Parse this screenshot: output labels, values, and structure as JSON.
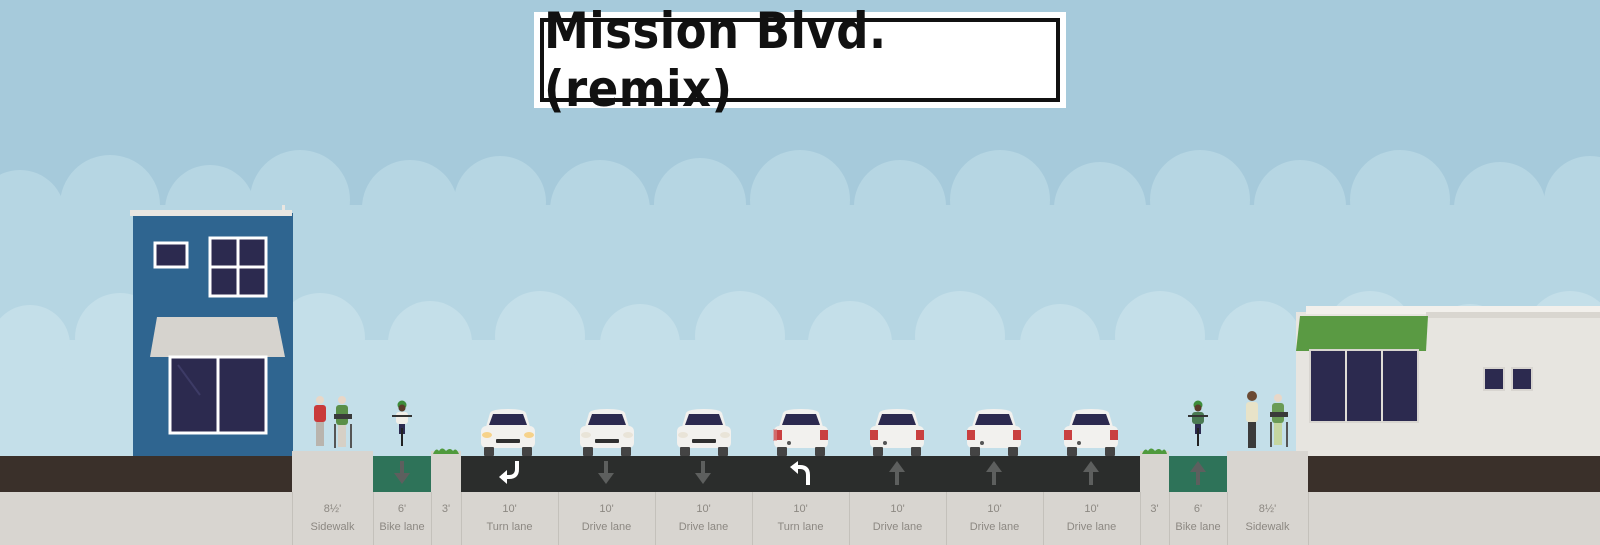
{
  "title": "Mission Blvd. (remix)",
  "colors": {
    "sky": "#a6cadb",
    "road": "#2b2d2c",
    "bike_lane": "#2e7359",
    "sidewalk": "#d8d5d0",
    "left_building": "#2f6590",
    "right_awning": "#5a9a43"
  },
  "segments": [
    {
      "width": "8½'",
      "type": "Sidewalk",
      "surface": "sidewalk"
    },
    {
      "width": "6'",
      "type": "Bike lane",
      "surface": "bike",
      "arrow": "down"
    },
    {
      "width": "3'",
      "type": "",
      "surface": "buffer"
    },
    {
      "width": "10'",
      "type": "Turn lane",
      "surface": "road",
      "arrow": "turn-right-down"
    },
    {
      "width": "10'",
      "type": "Drive lane",
      "surface": "road",
      "arrow": "down"
    },
    {
      "width": "10'",
      "type": "Drive lane",
      "surface": "road",
      "arrow": "down"
    },
    {
      "width": "10'",
      "type": "Turn lane",
      "surface": "road",
      "arrow": "turn-left-up"
    },
    {
      "width": "10'",
      "type": "Drive lane",
      "surface": "road",
      "arrow": "up"
    },
    {
      "width": "10'",
      "type": "Drive lane",
      "surface": "road",
      "arrow": "up"
    },
    {
      "width": "10'",
      "type": "Drive lane",
      "surface": "road",
      "arrow": "up"
    },
    {
      "width": "3'",
      "type": "",
      "surface": "buffer"
    },
    {
      "width": "6'",
      "type": "Bike lane",
      "surface": "bike",
      "arrow": "up"
    },
    {
      "width": "8½'",
      "type": "Sidewalk",
      "surface": "sidewalk"
    }
  ],
  "cars": [
    {
      "facing": "front",
      "lane": 3
    },
    {
      "facing": "front",
      "lane": 4
    },
    {
      "facing": "front",
      "lane": 5
    },
    {
      "facing": "rear",
      "lane": 6
    },
    {
      "facing": "rear",
      "lane": 7
    },
    {
      "facing": "rear",
      "lane": 8
    },
    {
      "facing": "rear",
      "lane": 9
    }
  ]
}
